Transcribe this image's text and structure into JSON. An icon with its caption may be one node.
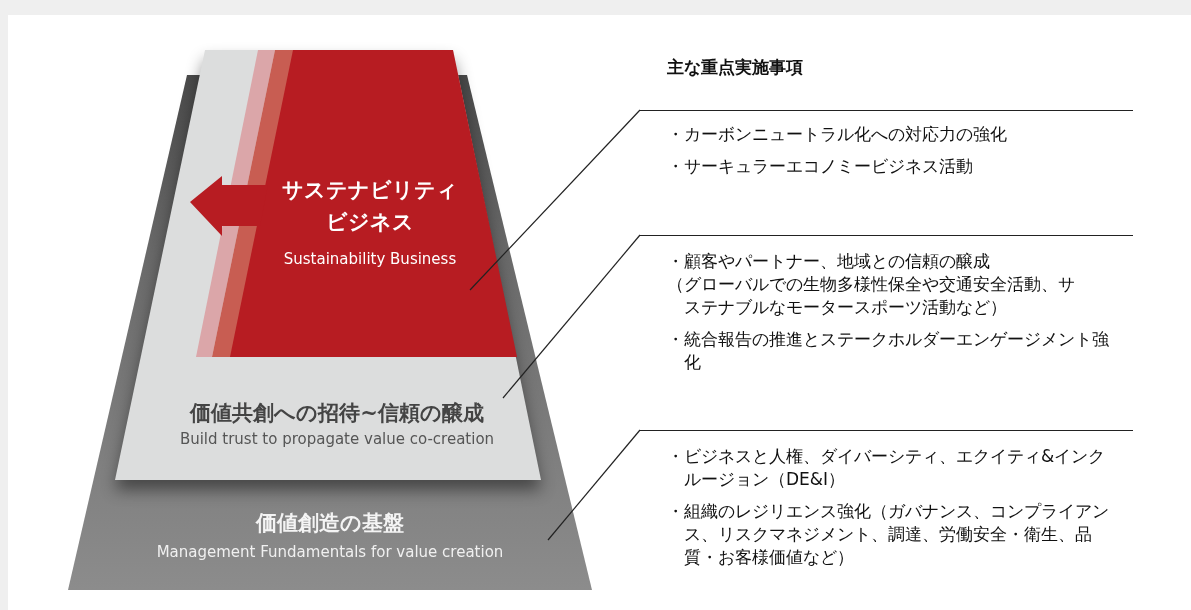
{
  "diagram": {
    "nodes": [
      {
        "text": [
          "価値創造の基盤",
          "Management Fundamentals for value creation"
        ]
      },
      {
        "text": [
          "価値共創への招待~信頼の醸成",
          "Build trust to propagate value co-creation"
        ]
      },
      {
        "text": [
          "サステナビリティビジネス",
          "Sustainability Business"
        ],
        "in": 1
      },
      {
        "text": [
          "・カーボンニュートラル化への対応力の強化",
          "・サーキュラーエコノミービジネス活動"
        ]
      },
      {
        "text": [
          "・顧客やパートナー、地域との信頼の醸成",
          "（グローバルでの生物多様性保全や交通安全活動、サステナブルなモータースポーツ活動など）",
          "・統合報告の推進とステークホルダーエンゲージメント強化"
        ]
      },
      {
        "text": [
          "・ビジネスと人権、ダイバーシティ、エクイティ&インクルージョン（DE&I）",
          "・組織のレジリエンス強化（ガバナンス、コンプライアンス、リスクマネジメント、調達、労働安全・衛生、品質・お客様価値など）"
        ]
      }
    ],
    "edges": [
      {
        "from": 3,
        "to": 2,
        "arrow": "none"
      },
      {
        "from": 4,
        "to": 1,
        "arrow": "none"
      },
      {
        "from": 5,
        "to": 0,
        "arrow": "none"
      }
    ],
    "labels": [
      "主な重点実施事項"
    ]
  }
}
